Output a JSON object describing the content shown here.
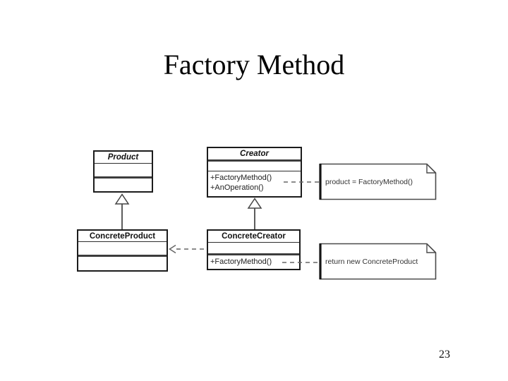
{
  "slide": {
    "title": "Factory Method",
    "page_number": "23"
  },
  "diagram": {
    "classes": [
      {
        "name": "Product",
        "abstract": true,
        "operations": []
      },
      {
        "name": "Creator",
        "abstract": true,
        "operations": [
          "+FactoryMethod()",
          "+AnOperation()"
        ]
      },
      {
        "name": "ConcreteProduct",
        "abstract": false,
        "operations": []
      },
      {
        "name": "ConcreteCreator",
        "abstract": false,
        "operations": [
          "+FactoryMethod()"
        ]
      }
    ],
    "notes": [
      {
        "text": "product = FactoryMethod()"
      },
      {
        "text": "return new ConcreteProduct"
      }
    ],
    "relations": [
      {
        "type": "generalization",
        "from": "ConcreteProduct",
        "to": "Product"
      },
      {
        "type": "generalization",
        "from": "ConcreteCreator",
        "to": "Creator"
      },
      {
        "type": "dependency",
        "from": "ConcreteCreator",
        "to": "ConcreteProduct"
      },
      {
        "type": "note-link",
        "from": "Creator.FactoryMethod()",
        "to": "note-1"
      },
      {
        "type": "note-link",
        "from": "ConcreteCreator.FactoryMethod()",
        "to": "note-2"
      }
    ],
    "colors": {
      "ink": "#111111",
      "box_border": "#1c1c1c",
      "thick_separator": "#3c3c3c",
      "dashed_line": "#666666",
      "note_border": "#4a4a4a"
    }
  }
}
